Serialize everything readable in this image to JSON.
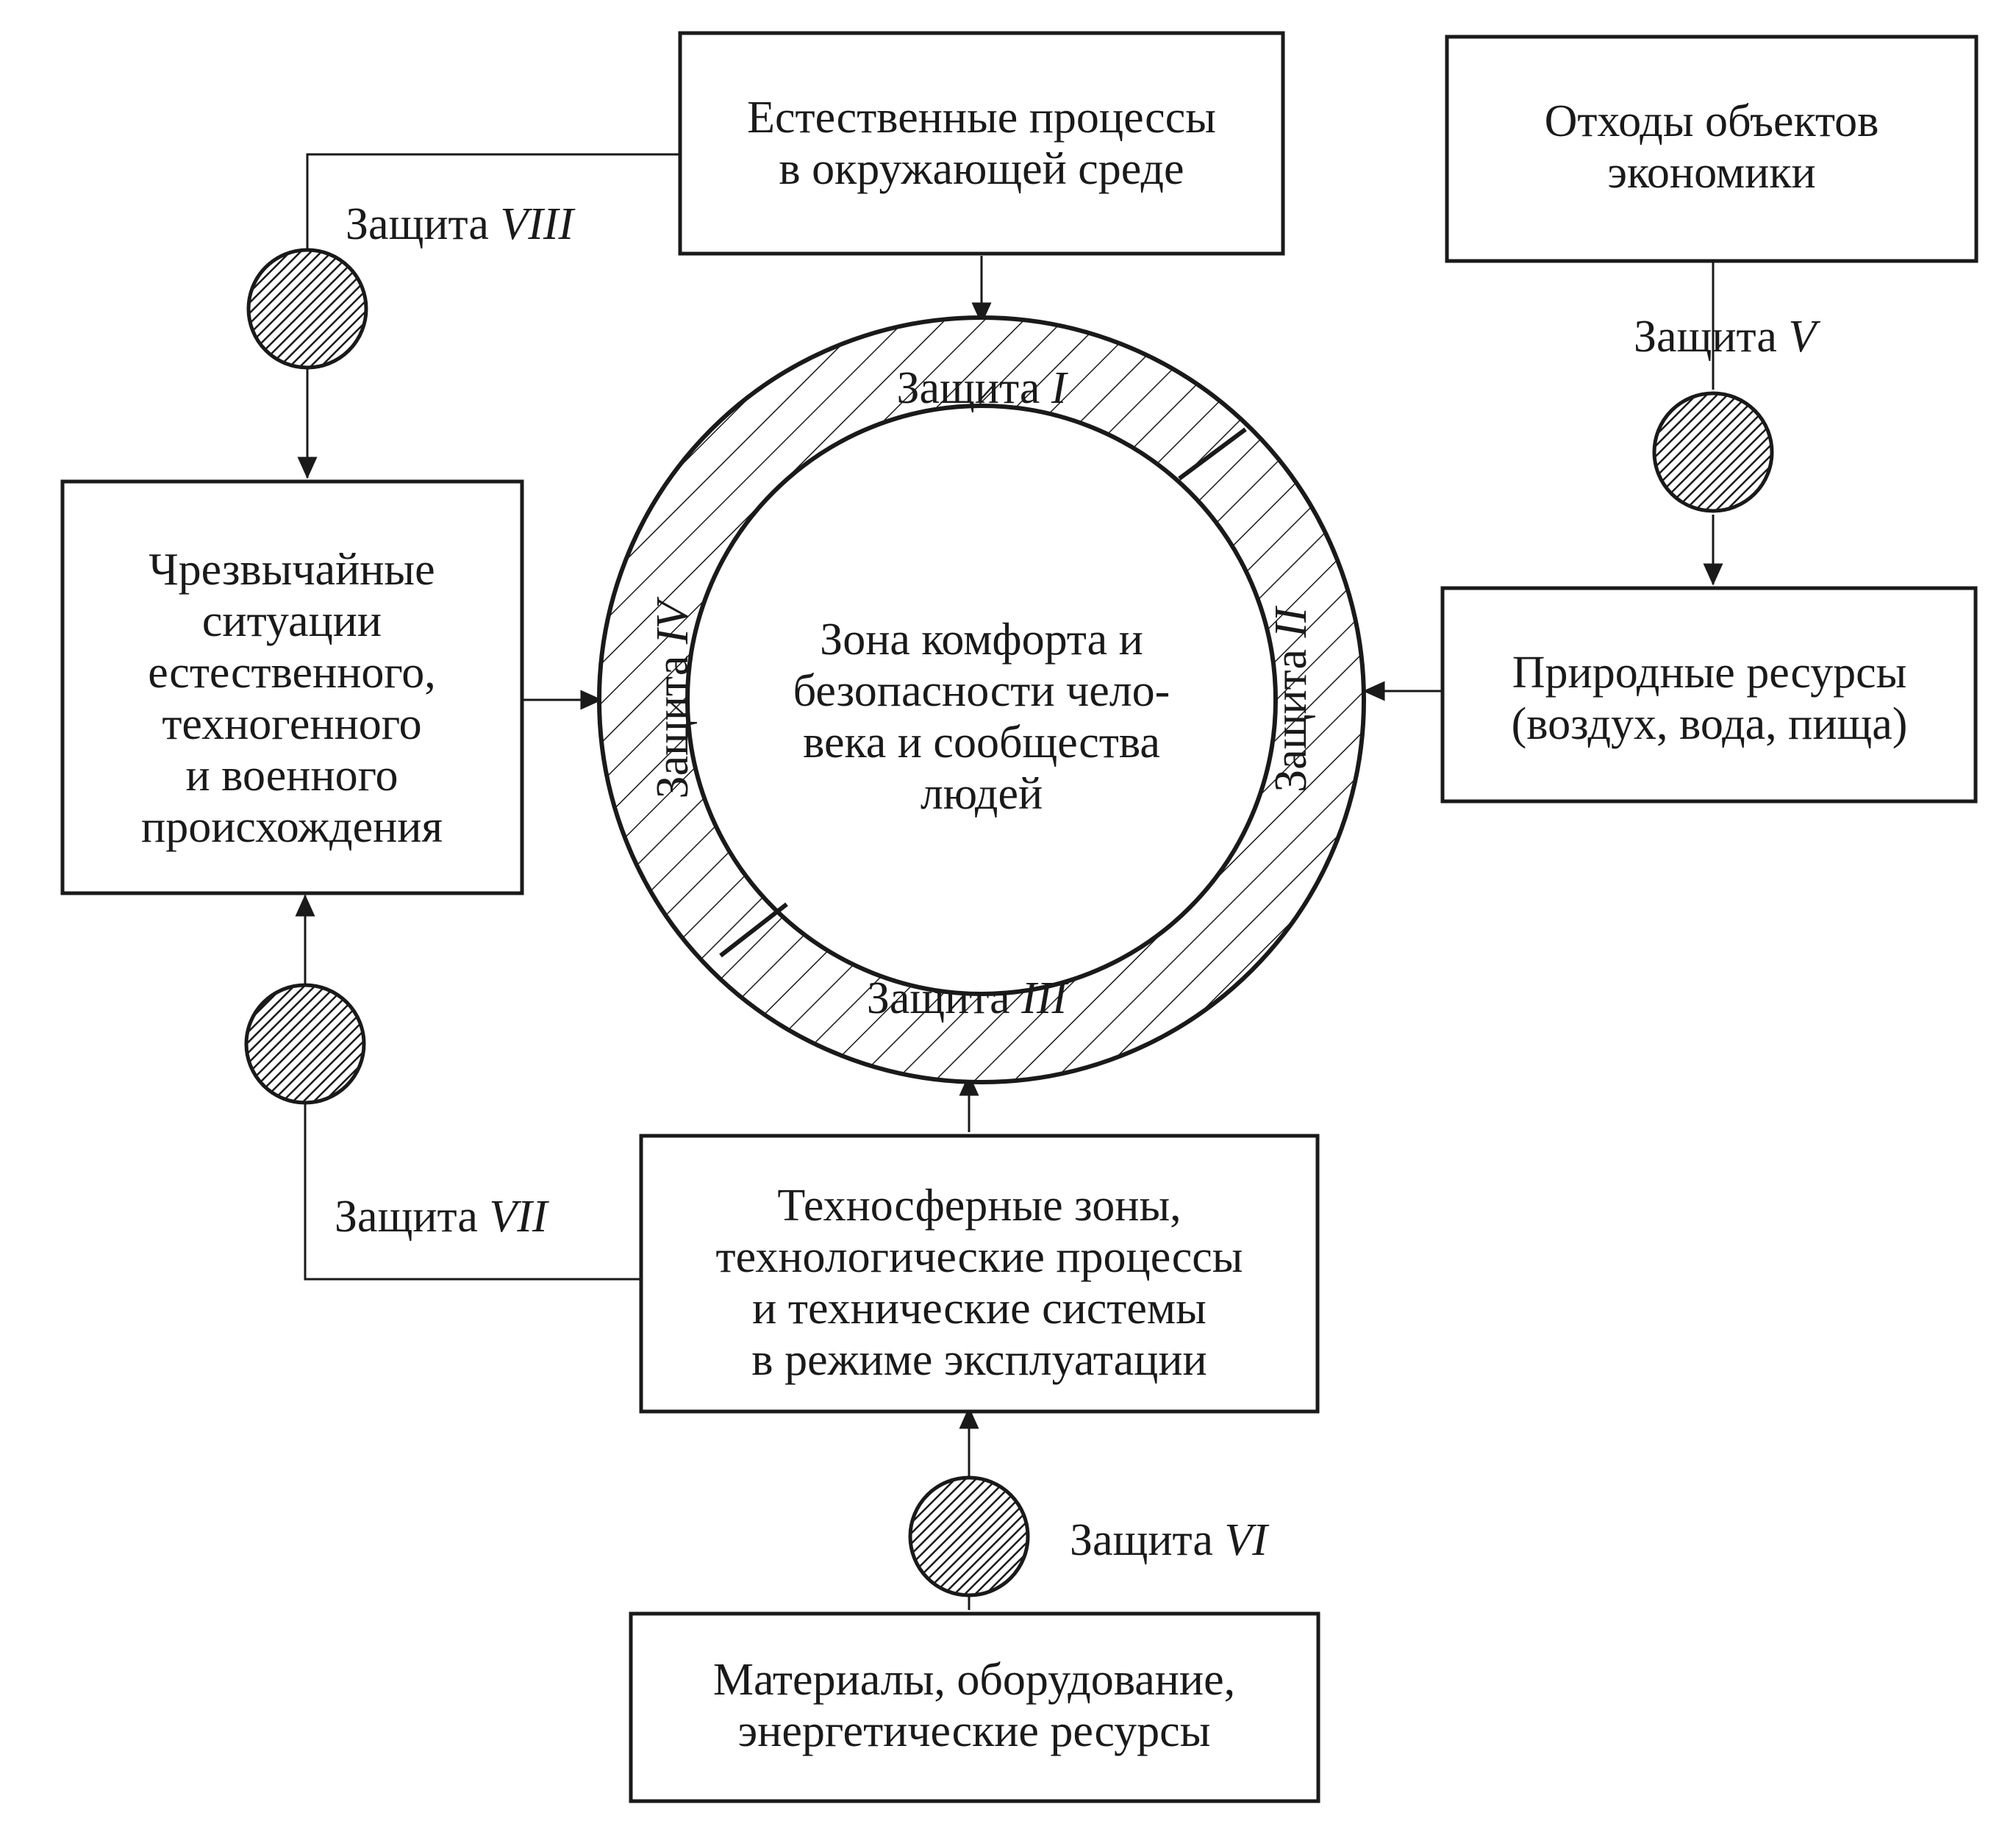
{
  "boxes": {
    "natural_processes": [
      "Естественные процессы",
      "в окружающей среде"
    ],
    "waste": [
      "Отходы объектов",
      "экономики"
    ],
    "emergencies": [
      "Чрезвычайные",
      "ситуации",
      "естественного,",
      "техногенного",
      "и военного",
      "происхождения"
    ],
    "resources": [
      "Природные ресурсы",
      "(воздух, вода, пища)"
    ],
    "technosphere": [
      "Техносферные зоны,",
      "технологические процессы",
      "и технические системы",
      "в режиме эксплуатации"
    ],
    "materials": [
      "Материалы, оборудование,",
      "энергетические ресурсы"
    ]
  },
  "center": [
    "Зона комфорта и",
    "безопасности чело-",
    "века и сообщества",
    "людей"
  ],
  "protection_word": "Защита",
  "protections": {
    "p1": "I",
    "p2": "II",
    "p3": "III",
    "p4": "IV",
    "p5": "V",
    "p6": "VI",
    "p7": "VII",
    "p8": "VIII"
  },
  "colors": {
    "ink": "#1a1a1a",
    "paper": "#ffffff"
  }
}
